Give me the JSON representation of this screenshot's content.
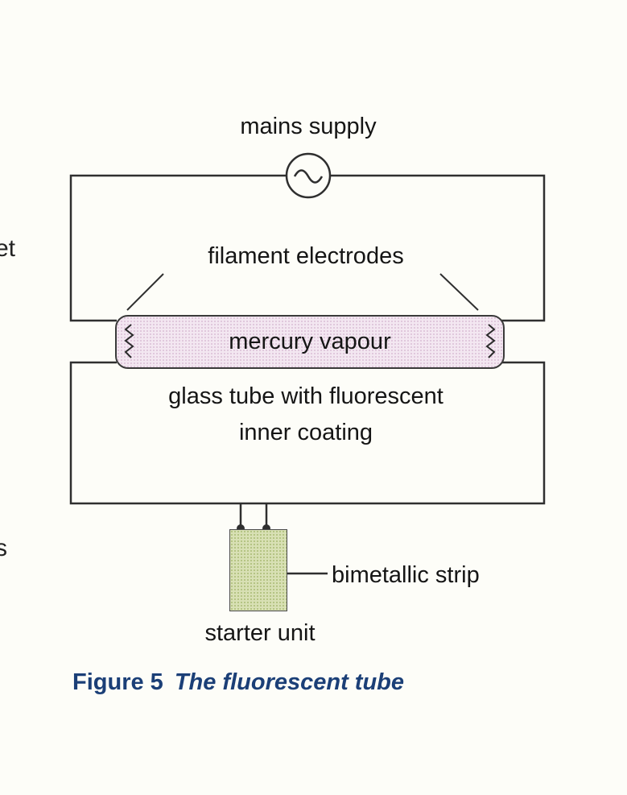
{
  "diagram": {
    "labels": {
      "mains_supply": "mains supply",
      "filament_electrodes": "filament electrodes",
      "mercury_vapour": "mercury vapour",
      "glass_tube_line1": "glass tube with fluorescent",
      "glass_tube_line2": "inner coating",
      "bimetallic_strip": "bimetallic strip",
      "starter_unit": "starter unit"
    },
    "colors": {
      "wire": "#2f2f2f",
      "tube_fill": "#f3e7f1",
      "starter_fill": "#d8e0b4",
      "caption_text": "#1b3f77"
    },
    "edge_fragments": {
      "fragment_top": "et",
      "fragment_bottom": "s"
    }
  },
  "caption": {
    "figure_label": "Figure 5",
    "figure_title": "The fluorescent tube"
  }
}
